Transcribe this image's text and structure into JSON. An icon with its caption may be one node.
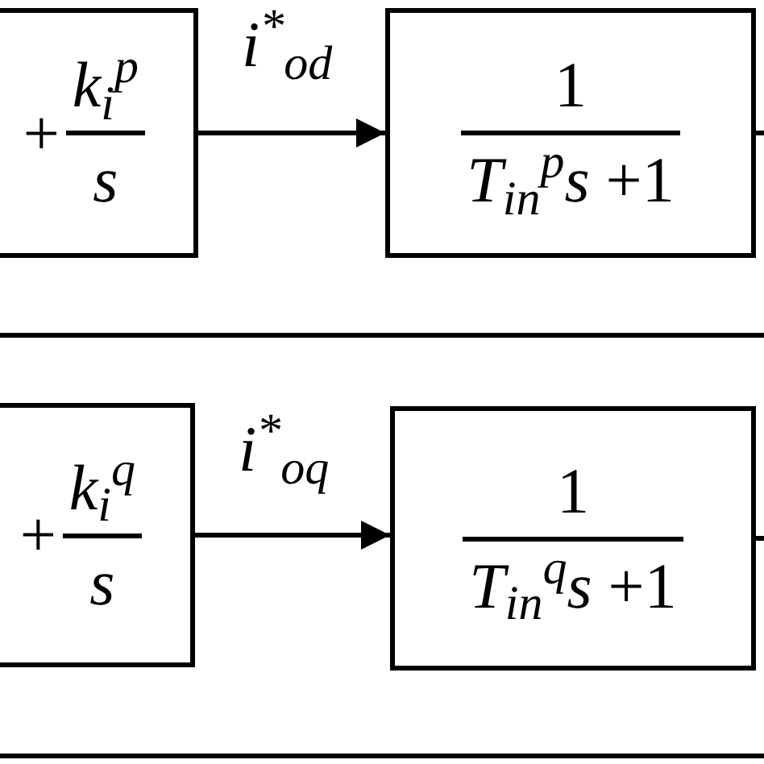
{
  "diagram": {
    "nodes": [
      {
        "text": [
          "+",
          "*k*$_{i}$$^{p}$",
          "*s*"
        ]
      },
      {
        "text": [
          "1",
          "*T*$_{in}$$^{p}$*s* +1"
        ]
      },
      {
        "text": [
          "+",
          "*k*$_{i}$$^{q}$",
          "*s*"
        ]
      },
      {
        "text": [
          "1",
          "*T*$_{in}$$^{q}$*s* +1"
        ]
      }
    ],
    "edges": [
      {
        "from": 0,
        "to": 1,
        "arrow": "to",
        "label": "*i*$^{*}$$_{od}$"
      },
      {
        "from": 1,
        "to": null,
        "arrow": "none"
      },
      {
        "from": 2,
        "to": 3,
        "arrow": "to",
        "label": "*i*$^{*}$$_{oq}$"
      },
      {
        "from": 3,
        "to": null,
        "arrow": "none"
      }
    ]
  }
}
